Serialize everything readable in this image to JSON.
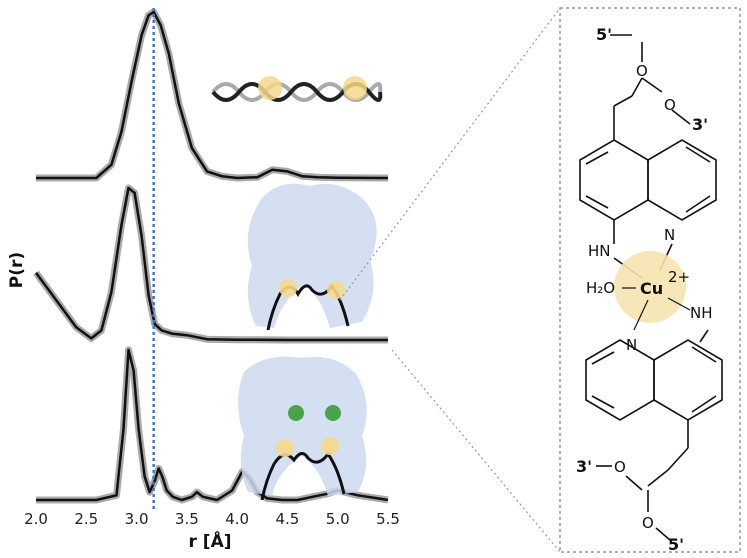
{
  "chart_data": {
    "type": "line",
    "xlabel": "r [Å]",
    "ylabel": "P(r)",
    "xlim": [
      2.0,
      5.5
    ],
    "x_ticks": [
      "2.0",
      "2.5",
      "3.0",
      "3.5",
      "4.0",
      "4.5",
      "5.0",
      "5.5"
    ],
    "reference_line_x": 3.17,
    "line_color": "#111111",
    "band_color": "#aaaaaa",
    "ref_color": "#3a7bd5",
    "series": [
      {
        "x": [
          2.0,
          2.6,
          2.75,
          2.85,
          2.95,
          3.05,
          3.12,
          3.17,
          3.24,
          3.32,
          3.42,
          3.55,
          3.7,
          3.85,
          4.0,
          4.2,
          4.35,
          4.5,
          4.65,
          4.8,
          5.0,
          5.5
        ],
        "y": [
          0.0,
          0.0,
          0.08,
          0.28,
          0.58,
          0.86,
          0.98,
          1.0,
          0.92,
          0.75,
          0.45,
          0.18,
          0.04,
          0.01,
          0.0,
          0.005,
          0.05,
          0.04,
          0.01,
          0.005,
          0.002,
          0.0
        ]
      },
      {
        "x": [
          2.0,
          2.2,
          2.4,
          2.55,
          2.65,
          2.75,
          2.85,
          2.92,
          2.98,
          3.05,
          3.12,
          3.18,
          3.25,
          3.35,
          3.5,
          3.7,
          4.0,
          4.5,
          5.0,
          5.5
        ],
        "y": [
          0.42,
          0.25,
          0.08,
          0.01,
          0.06,
          0.3,
          0.72,
          0.95,
          0.92,
          0.65,
          0.28,
          0.1,
          0.06,
          0.04,
          0.03,
          0.005,
          0.002,
          0.0,
          0.0,
          0.0
        ]
      },
      {
        "x": [
          2.0,
          2.6,
          2.8,
          2.87,
          2.92,
          2.97,
          3.02,
          3.08,
          3.13,
          3.18,
          3.22,
          3.26,
          3.3,
          3.36,
          3.45,
          3.55,
          3.6,
          3.66,
          3.8,
          3.95,
          4.05,
          4.12,
          4.2,
          4.3,
          4.45,
          4.6,
          4.75,
          4.9,
          5.0,
          5.2,
          5.4,
          5.5
        ],
        "y": [
          0.0,
          0.0,
          0.03,
          0.45,
          0.95,
          0.82,
          0.45,
          0.15,
          0.05,
          0.12,
          0.2,
          0.14,
          0.06,
          0.02,
          0.0,
          0.02,
          0.05,
          0.02,
          0.0,
          0.06,
          0.18,
          0.14,
          0.05,
          0.01,
          0.0,
          0.0,
          0.02,
          0.04,
          0.06,
          0.03,
          0.01,
          0.0
        ]
      }
    ]
  },
  "structure": {
    "top_5prime": "5'",
    "top_3prime": "3'",
    "bottom_3prime": "3'",
    "bottom_5prime": "5'",
    "o_top_1": "O",
    "o_top_2": "O",
    "o_bot_1": "O",
    "o_bot_2": "O",
    "hn_label": "HN",
    "n_upper": "N",
    "water_label": "H₂O",
    "cu_label": "Cu",
    "cu_charge": "2+",
    "n_lower": "N",
    "nh_label": "NH"
  }
}
